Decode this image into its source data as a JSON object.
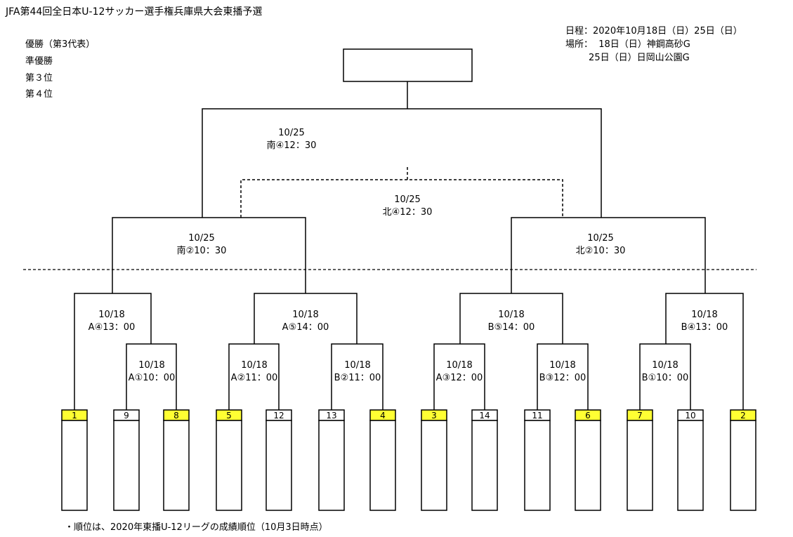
{
  "title": "JFA第44回全日本U-12サッカー選手権兵庫県大会東播予選",
  "ranks": [
    "優勝（第3代表）",
    "準優勝",
    "第３位",
    "第４位"
  ],
  "schedule": {
    "line1": "日程：2020年10月18日（日）25日（日）",
    "line2": "場所：  18日（日）神鋼高砂G",
    "line3": "        25日（日）日岡山公園G"
  },
  "final_match": {
    "date": "10/25",
    "time": "南④12：30"
  },
  "third_match": {
    "date": "10/25",
    "time": "北④12：30"
  },
  "semi_matches": [
    {
      "date": "10/25",
      "time": "南②10：30"
    },
    {
      "date": "10/25",
      "time": "北②10：30"
    }
  ],
  "qf_matches": [
    {
      "date": "10/18",
      "time": "A④13：00"
    },
    {
      "date": "10/18",
      "time": "A⑤14：00"
    },
    {
      "date": "10/18",
      "time": "B⑤14：00"
    },
    {
      "date": "10/18",
      "time": "B④13：00"
    }
  ],
  "r1_matches": [
    {
      "date": "10/18",
      "time": "A①10：00"
    },
    {
      "date": "10/18",
      "time": "A②11：00"
    },
    {
      "date": "10/18",
      "time": "B②11：00"
    },
    {
      "date": "10/18",
      "time": "A③12：00"
    },
    {
      "date": "10/18",
      "time": "B③12：00"
    },
    {
      "date": "10/18",
      "time": "B①10：00"
    }
  ],
  "teams": [
    {
      "seed": "1",
      "highlight": true
    },
    {
      "seed": "9",
      "highlight": false
    },
    {
      "seed": "8",
      "highlight": true
    },
    {
      "seed": "5",
      "highlight": true
    },
    {
      "seed": "12",
      "highlight": false
    },
    {
      "seed": "13",
      "highlight": false
    },
    {
      "seed": "4",
      "highlight": true
    },
    {
      "seed": "3",
      "highlight": true
    },
    {
      "seed": "14",
      "highlight": false
    },
    {
      "seed": "11",
      "highlight": false
    },
    {
      "seed": "6",
      "highlight": true
    },
    {
      "seed": "7",
      "highlight": true
    },
    {
      "seed": "10",
      "highlight": false
    },
    {
      "seed": "2",
      "highlight": true
    }
  ],
  "colors": {
    "highlight": "#ffff33",
    "line": "#000000",
    "box": "#ffffff"
  },
  "footnote": "・順位は、2020年東播U-12リーグの成績順位（10月3日時点）"
}
